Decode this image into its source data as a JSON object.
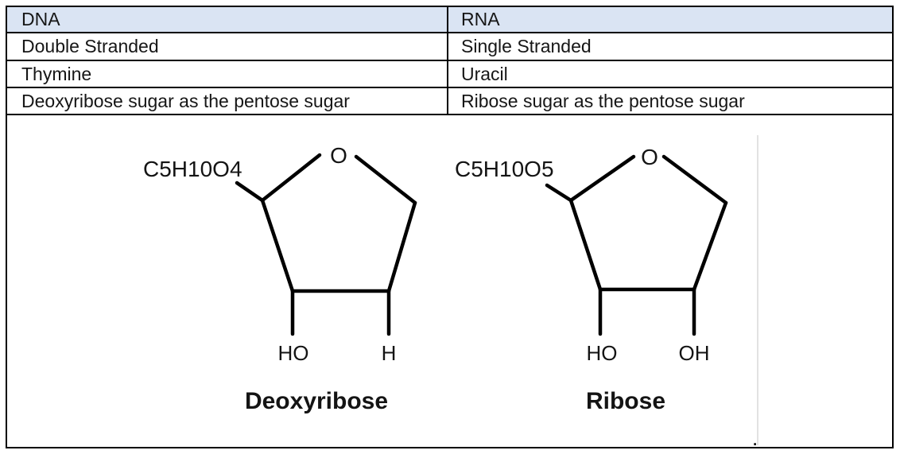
{
  "table": {
    "columns": [
      {
        "header": "DNA",
        "rows": [
          "Double Stranded",
          "Thymine",
          "Deoxyribose sugar as the pentose sugar"
        ]
      },
      {
        "header": "RNA",
        "rows": [
          "Single Stranded",
          "Uracil",
          "Ribose sugar as the pentose sugar"
        ]
      }
    ]
  },
  "figure": {
    "deoxyribose": {
      "formula": "C5H10O4",
      "ring_oxygen": "O",
      "left_substituent": "HO",
      "right_substituent": "H",
      "label": "Deoxyribose"
    },
    "ribose": {
      "formula": "C5H10O5",
      "ring_oxygen": "O",
      "left_substituent": "HO",
      "right_substituent": "OH",
      "label": "Ribose"
    }
  },
  "end_mark": ".",
  "colors": {
    "header_bg": "#DAE4F3",
    "table_border": "#000000",
    "bond_line": "#000000",
    "image_edge_line": "#D9D9D9"
  }
}
